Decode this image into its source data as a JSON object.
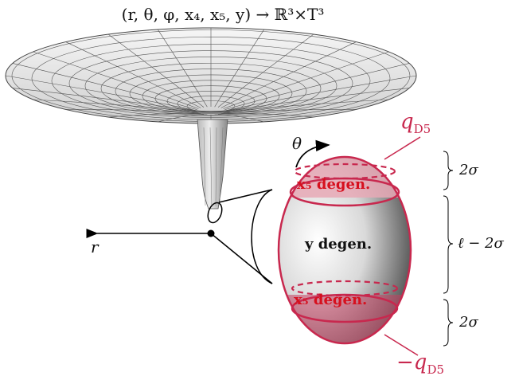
{
  "title": "(r, θ, φ, x₄, x₅, y) → ℝ³×T³",
  "labels": {
    "r": "r",
    "theta": "θ",
    "q_top": "q",
    "q_top_sub": "D5",
    "q_bottom": "−q",
    "q_bottom_sub": "D5",
    "x5_degen_top": "x₅ degen.",
    "y_degen": "y degen.",
    "x5_degen_bottom": "x₅ degen.",
    "brace_top": "2σ",
    "brace_mid": "ℓ − 2σ",
    "brace_bottom": "2σ"
  },
  "colors": {
    "charge": "#c8284e",
    "degen_text": "#d6101e",
    "cap_fill": "#e8a9b6"
  }
}
